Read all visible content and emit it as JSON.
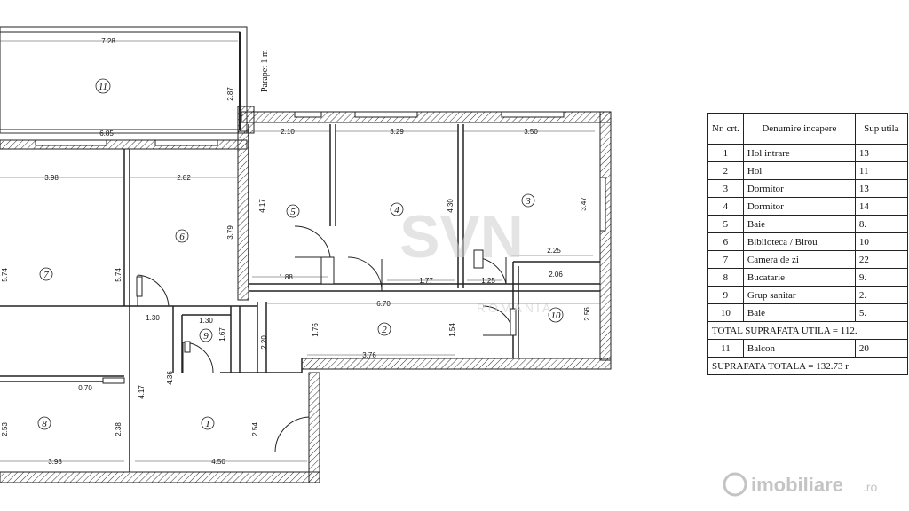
{
  "plan": {
    "rooms": [
      {
        "id": "1",
        "label": "1"
      },
      {
        "id": "2",
        "label": "2"
      },
      {
        "id": "3",
        "label": "3"
      },
      {
        "id": "4",
        "label": "4"
      },
      {
        "id": "5",
        "label": "5"
      },
      {
        "id": "6",
        "label": "6"
      },
      {
        "id": "7",
        "label": "7"
      },
      {
        "id": "8",
        "label": "8"
      },
      {
        "id": "9",
        "label": "9"
      },
      {
        "id": "10",
        "label": "10"
      },
      {
        "id": "11",
        "label": "11"
      }
    ],
    "parapet_label": "Parapet 1 m",
    "dimensions": {
      "balcony_top": "7.28",
      "balcony_right": "2.87",
      "balcony_bottom": "6.85",
      "r7_top": "3.98",
      "r6_top": "2.82",
      "r5_top": "2.10",
      "r4_top": "3.29",
      "r3_top": "3.50",
      "r5_height": "4.17",
      "r4_height": "4.30",
      "r3_height": "3.47",
      "r6_height": "3.79",
      "r7_left": "5.74",
      "r7_right": "5.74",
      "r10_top": "2.25",
      "r10_w": "2.06",
      "r10_h": "2.56",
      "r5_bottom": "1.88",
      "r4_bottom": "1.77",
      "r3_bottom": "1.25",
      "hall_width": "6.70",
      "r9_w1": "1.30",
      "r9_w2": "1.30",
      "r9_h": "1.67",
      "hall_left": "2.20",
      "hall_h1": "1.76",
      "hall_h2": "1.54",
      "hall_bottom": "3.76",
      "r8_w": "0.70",
      "r8_h": "2.53",
      "r8_h2": "2.38",
      "r8_bottom": "3.98",
      "r7_lower": "4.17",
      "r1_left": "4.36",
      "r1_right": "2.54",
      "r1_bottom": "4.50"
    }
  },
  "watermark": {
    "main": "SVN",
    "sub": "ROMANIA"
  },
  "brand": {
    "name": "imobiliare",
    "tld": ".ro"
  },
  "legend": {
    "headers": {
      "nr": "Nr. crt.",
      "name": "Denumire incapere",
      "area": "Sup utila"
    },
    "rows": [
      {
        "nr": "1",
        "name": "Hol intrare",
        "area": "13"
      },
      {
        "nr": "2",
        "name": "Hol",
        "area": "11"
      },
      {
        "nr": "3",
        "name": "Dormitor",
        "area": "13"
      },
      {
        "nr": "4",
        "name": "Dormitor",
        "area": "14"
      },
      {
        "nr": "5",
        "name": "Baie",
        "area": "8."
      },
      {
        "nr": "6",
        "name": "Biblioteca / Birou",
        "area": "10"
      },
      {
        "nr": "7",
        "name": "Camera de zi",
        "area": "22"
      },
      {
        "nr": "8",
        "name": "Bucatarie",
        "area": "9."
      },
      {
        "nr": "9",
        "name": "Grup sanitar",
        "area": "2."
      },
      {
        "nr": "10",
        "name": "Baie",
        "area": "5."
      }
    ],
    "total_utila": "TOTAL SUPRAFATA UTILA = 112.",
    "balcony_row": {
      "nr": "11",
      "name": "Balcon",
      "area": "20"
    },
    "total": "SUPRAFATA TOTALA = 132.73 r"
  }
}
